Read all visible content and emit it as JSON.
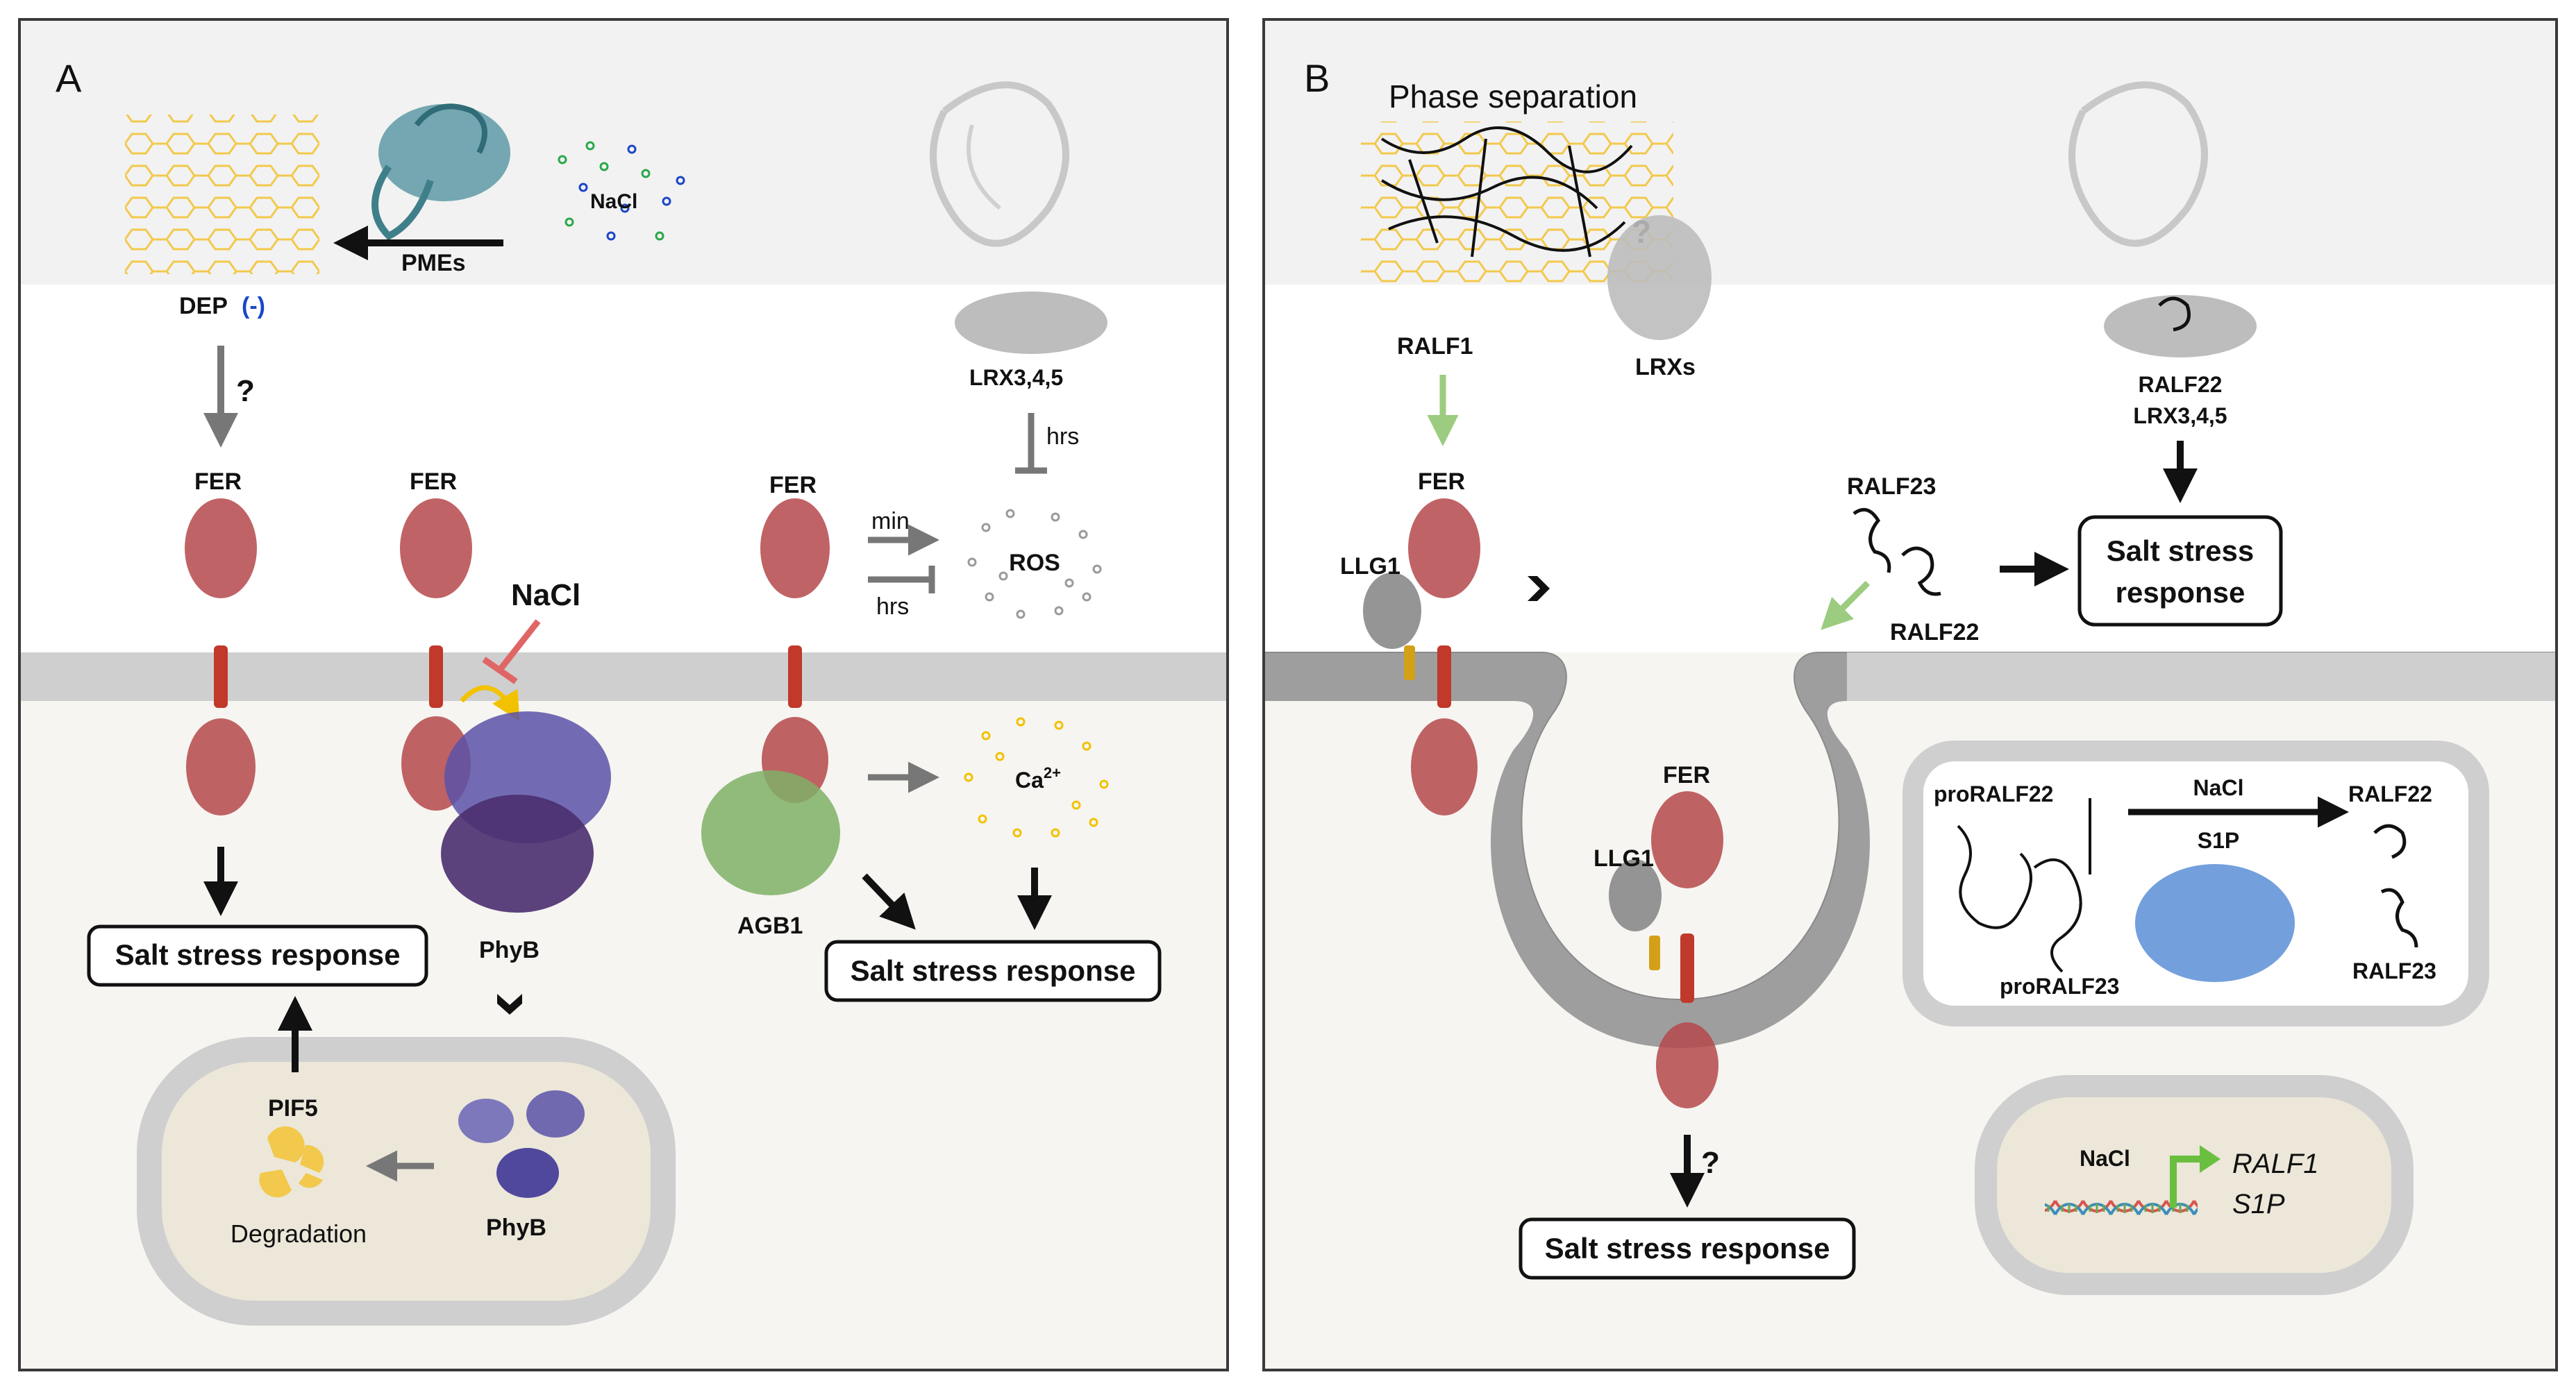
{
  "panel_a": {
    "letter": "A",
    "pmes": "PMEs",
    "nacl_wall": "NaCl",
    "dep": "DEP",
    "dep_charge": "(-)",
    "question": "?",
    "fer_1": "FER",
    "fer_2": "FER",
    "fer_3": "FER",
    "nacl": "NaCl",
    "lrx": "LRX3,4,5",
    "hrs_top": "hrs",
    "min": "min",
    "hrs": "hrs",
    "ros": "ROS",
    "ca": "Ca",
    "ca_sup": "2+",
    "phyb": "PhyB",
    "phyb_nucleus": "PhyB",
    "agb1": "AGB1",
    "salt_left": "Salt stress response",
    "salt_right": "Salt stress response",
    "pif5": "PIF5",
    "degradation": "Degradation",
    "colors": {
      "fer": "#b5484b",
      "phyb": "#4b3f8f",
      "agb1": "#7fb066",
      "inhibit_red": "#e06666",
      "arrow_yellow": "#f2c200",
      "pectin": "#f2c94c"
    }
  },
  "panel_b": {
    "letter": "B",
    "phase": "Phase separation",
    "question_wall": "?",
    "ralf1": "RALF1",
    "lrxs": "LRXs",
    "ralf22_lrx_1": "RALF22",
    "ralf22_lrx_2": "LRX3,4,5",
    "fer": "FER",
    "llg1": "LLG1",
    "ralf23": "RALF23",
    "ralf22": "RALF22",
    "salt_box_1": "Salt stress",
    "salt_box_2": "response",
    "fer_endo": "FER",
    "llg1_endo": "LLG1",
    "question_endo": "?",
    "salt_bottom": "Salt stress response",
    "proralf22": "proRALF22",
    "nacl_proc": "NaCl",
    "s1p": "S1P",
    "ralf22_proc": "RALF22",
    "proralf23": "proRALF23",
    "ralf23_proc": "RALF23",
    "nacl_gene": "NaCl",
    "gene_1": "RALF1",
    "gene_2": "S1P",
    "colors": {
      "green_arrow": "#9ccc80",
      "s1p": "#5b8fd6",
      "lrx_grey": "#bdbdbd"
    }
  }
}
